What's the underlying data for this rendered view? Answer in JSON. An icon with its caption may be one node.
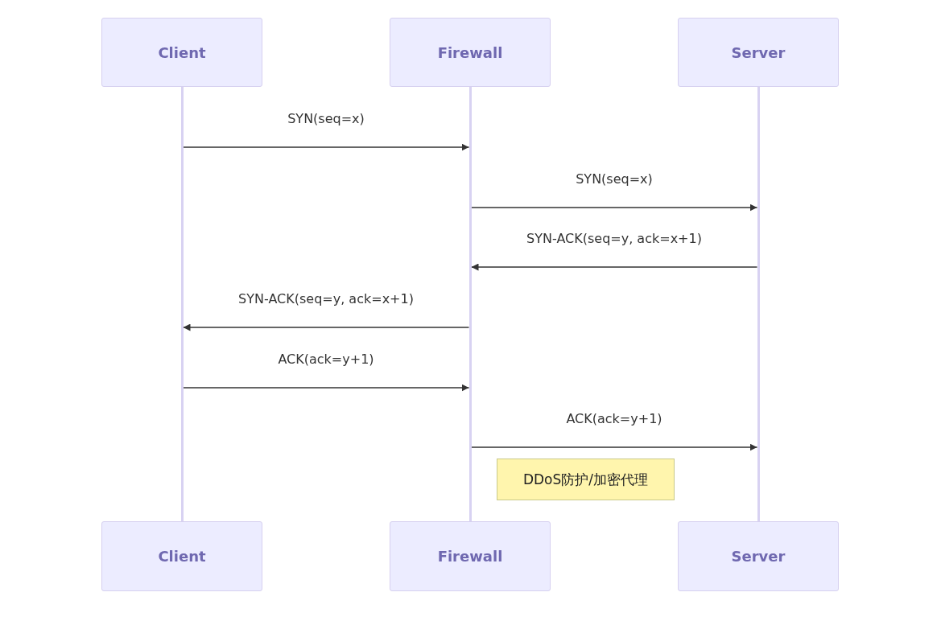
{
  "diagram": {
    "nodes": [
      {
        "text": [
          "Client"
        ]
      },
      {
        "text": [
          "Firewall"
        ]
      },
      {
        "text": [
          "Server"
        ]
      },
      {
        "text": [
          "Client"
        ]
      },
      {
        "text": [
          "Firewall"
        ]
      },
      {
        "text": [
          "Server"
        ]
      },
      {
        "text": [
          "DDoS防护/加密代理"
        ]
      },
      {
        "text": [],
        "shape": "bar"
      },
      {
        "text": [],
        "shape": "bar"
      },
      {
        "text": [],
        "shape": "bar"
      }
    ],
    "edges": [
      {
        "from": 7,
        "to": 8,
        "arrow": "to",
        "label": "SYN(seq=x)"
      },
      {
        "from": 8,
        "to": 9,
        "arrow": "to",
        "label": "SYN(seq=x)"
      },
      {
        "from": 9,
        "to": 8,
        "arrow": "to",
        "label": "SYN-ACK(seq=y, ack=x+1)"
      },
      {
        "from": 8,
        "to": 7,
        "arrow": "to",
        "label": "SYN-ACK(seq=y, ack=x+1)"
      },
      {
        "from": 7,
        "to": 8,
        "arrow": "to",
        "label": "ACK(ack=y+1)"
      },
      {
        "from": 8,
        "to": 9,
        "arrow": "to",
        "label": "ACK(ack=y+1)"
      }
    ]
  }
}
